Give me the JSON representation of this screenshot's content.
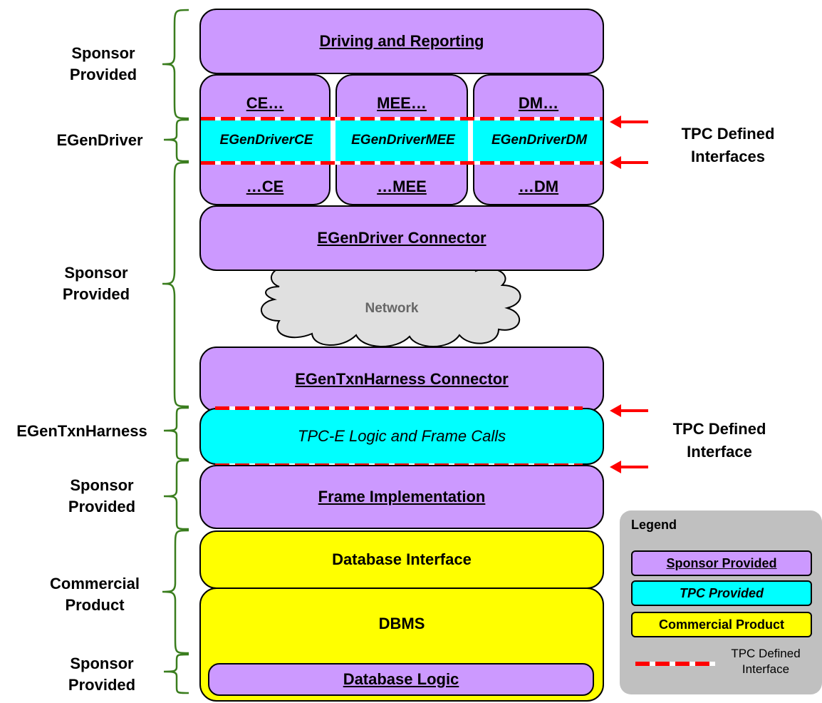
{
  "boxes": {
    "driving_reporting": "Driving and Reporting",
    "ce_top": "CE…",
    "mee_top": "MEE…",
    "dm_top": "DM…",
    "egendriver_ce": "EGenDriverCE",
    "egendriver_mee": "EGenDriverMEE",
    "egendriver_dm": "EGenDriverDM",
    "ce_bottom": "…CE",
    "mee_bottom": "…MEE",
    "dm_bottom": "…DM",
    "egendriver_connector": "EGenDriver Connector",
    "network": "Network",
    "egentxnharness_connector": "EGenTxnHarness Connector",
    "tpce_logic": "TPC-E Logic and Frame Calls",
    "frame_implementation": "Frame Implementation",
    "database_interface": "Database Interface",
    "dbms": "DBMS",
    "database_logic": "Database Logic"
  },
  "side_labels": {
    "sponsor_provided_1": [
      "Sponsor",
      "Provided"
    ],
    "egendriver": "EGenDriver",
    "sponsor_provided_2": [
      "Sponsor",
      "Provided"
    ],
    "egentxnharness": "EGenTxnHarness",
    "sponsor_provided_3": [
      "Sponsor",
      "Provided"
    ],
    "commercial_product": [
      "Commercial",
      "Product"
    ],
    "sponsor_provided_4": [
      "Sponsor",
      "Provided"
    ]
  },
  "right_labels": {
    "tpc_defined_interfaces": [
      "TPC Defined",
      "Interfaces"
    ],
    "tpc_defined_interface": [
      "TPC Defined",
      "Interface"
    ]
  },
  "legend": {
    "title": "Legend",
    "sponsor_provided": "Sponsor Provided",
    "tpc_provided": "TPC Provided",
    "commercial_product": "Commercial Product",
    "tpc_defined_interface": [
      "TPC Defined",
      "Interface"
    ]
  },
  "colors": {
    "sponsor": "#cc99ff",
    "tpc": "#00ffff",
    "commercial": "#ffff00",
    "interface": "#ff0000",
    "bracket": "#3a7d1e",
    "legend_bg": "#c0c0c0"
  }
}
